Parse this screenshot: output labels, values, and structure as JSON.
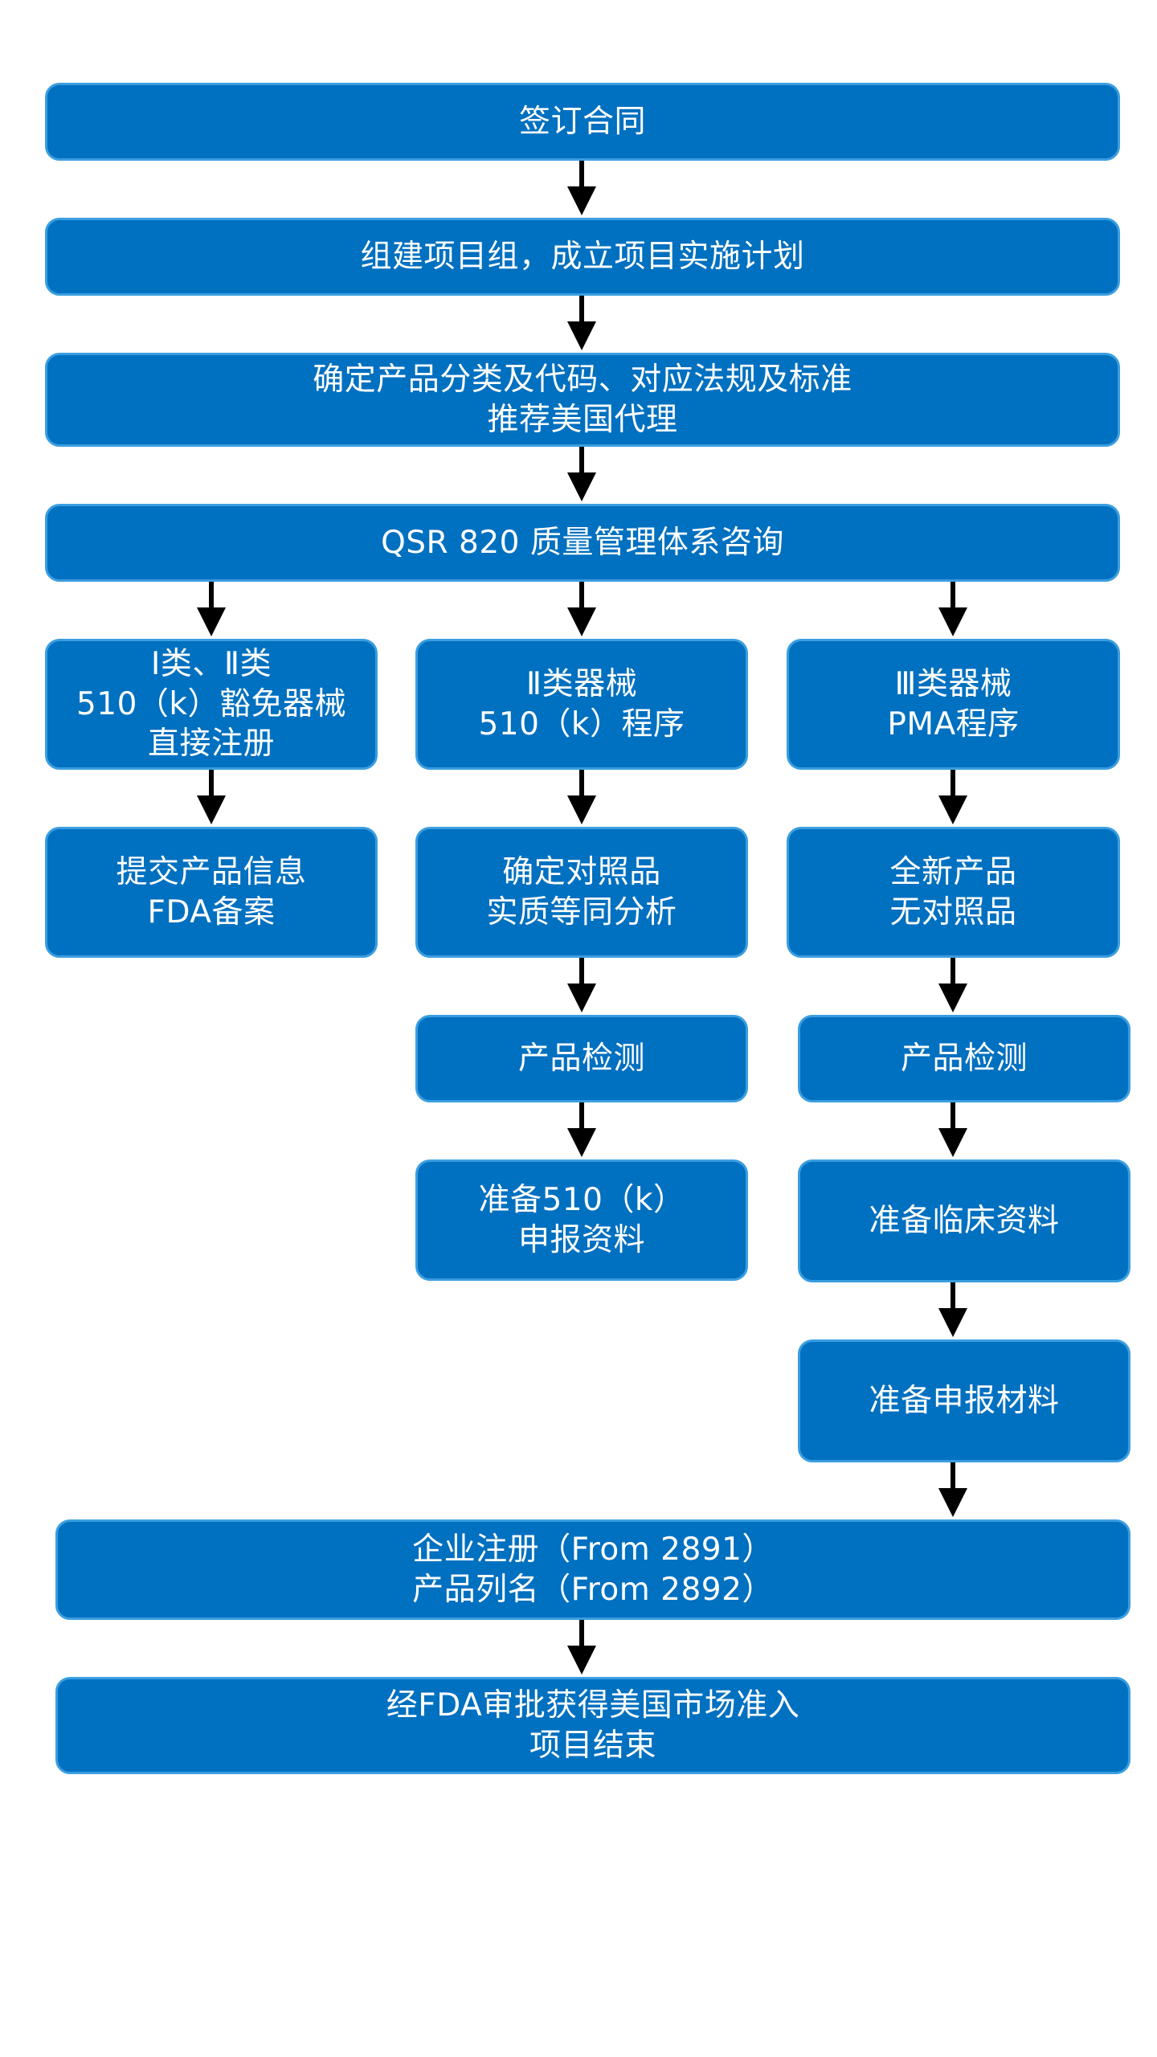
{
  "colors": {
    "box_fill": "#0070c0",
    "box_border": "#3a9ee0",
    "text": "#ffffff",
    "arrow": "#000000"
  },
  "nodes": {
    "sign_contract": {
      "lines": [
        "签订合同"
      ]
    },
    "project_team": {
      "lines": [
        "组建项目组，成立项目实施计划"
      ]
    },
    "classification": {
      "lines": [
        "确定产品分类及代码、对应法规及标准",
        "推荐美国代理"
      ]
    },
    "qsr_consulting": {
      "lines": [
        "QSR 820 质量管理体系咨询"
      ]
    },
    "class1_exempt": {
      "lines": [
        "Ⅰ类、Ⅱ类",
        "510（k）豁免器械",
        "直接注册"
      ]
    },
    "class2_510k": {
      "lines": [
        "Ⅱ类器械",
        "510（k）程序"
      ]
    },
    "class3_pma": {
      "lines": [
        "Ⅲ类器械",
        "PMA程序"
      ]
    },
    "submit_info": {
      "lines": [
        "提交产品信息",
        "FDA备案"
      ]
    },
    "predicate_device": {
      "lines": [
        "确定对照品",
        "实质等同分析"
      ]
    },
    "new_product": {
      "lines": [
        "全新产品",
        "无对照品"
      ]
    },
    "testing_510k": {
      "lines": [
        "产品检测"
      ]
    },
    "testing_pma": {
      "lines": [
        "产品检测"
      ]
    },
    "prepare_510k": {
      "lines": [
        "准备510（k）",
        "申报资料"
      ]
    },
    "prepare_clinical": {
      "lines": [
        "准备临床资料"
      ]
    },
    "prepare_submission": {
      "lines": [
        "准备申报材料"
      ]
    },
    "registration": {
      "lines": [
        "企业注册（From 2891）",
        "产品列名（From 2892）"
      ]
    },
    "approval": {
      "lines": [
        "经FDA审批获得美国市场准入",
        "项目结束"
      ]
    }
  }
}
